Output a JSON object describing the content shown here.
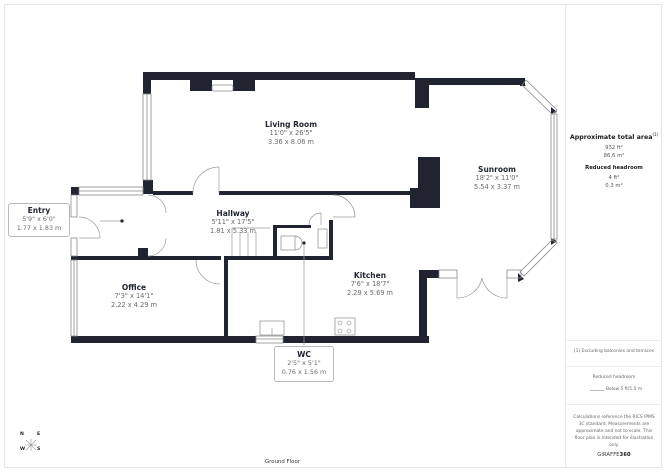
{
  "rooms": {
    "living_room": {
      "name": "Living Room",
      "imperial": "11'0\" x 26'5\"",
      "metric": "3.36 x 8.06 m"
    },
    "sunroom": {
      "name": "Sunroom",
      "imperial": "18'2\" x 11'0\"",
      "metric": "5.54 x 3.37 m"
    },
    "entry": {
      "name": "Entry",
      "imperial": "5'9\" x 6'0\"",
      "metric": "1.77 x 1.83 m"
    },
    "hallway": {
      "name": "Hallway",
      "imperial": "5'11\" x 17'5\"",
      "metric": "1.81 x 5.33 m"
    },
    "office": {
      "name": "Office",
      "imperial": "7'3\" x 14'1\"",
      "metric": "2.22 x 4.29 m"
    },
    "kitchen": {
      "name": "Kitchen",
      "imperial": "7'6\" x 18'7\"",
      "metric": "2.29 x 5.69 m"
    },
    "wc": {
      "name": "WC",
      "imperial": "2'5\" x 5'1\"",
      "metric": "0.76 x 1.56 m"
    }
  },
  "floor_label": "Ground Floor",
  "compass": {
    "n": "N",
    "e": "E",
    "w": "W",
    "s": "S"
  },
  "sidebar": {
    "total_area_title": "Approximate total area",
    "total_area_sup": "(1)",
    "total_area_ft": "932 ft²",
    "total_area_m": "86.6 m²",
    "reduced_headroom_title": "Reduced headroom",
    "reduced_headroom_ft": "4 ft²",
    "reduced_headroom_m": "0.3 m²",
    "footnote": "(1) Excluding balconies and terraces",
    "legend_title": "Reduced headroom",
    "legend_value": "Below 5 ft/1.5 m",
    "disclaimer": "Calculations reference the RICS IPMS 3C standard. Measurements are approximate and not to scale. This floor plan is intended for illustration only.",
    "brand_prefix": "GIRAFFE",
    "brand_suffix": "360"
  },
  "colors": {
    "wall": "#1f2430",
    "window": "#8a8a8a",
    "text": "#6b6b6b"
  }
}
